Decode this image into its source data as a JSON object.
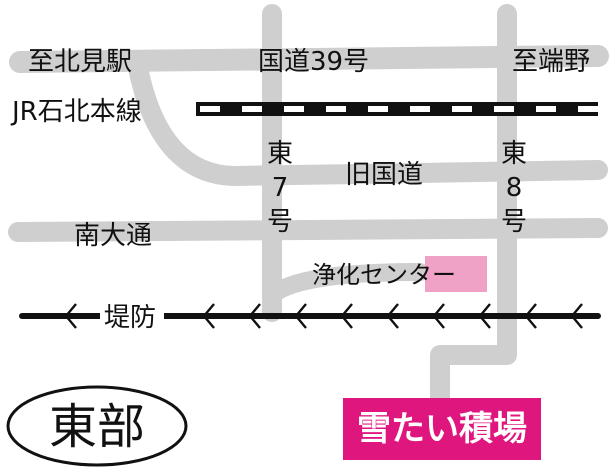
{
  "colors": {
    "road": "#cfcfcf",
    "rail": "#111111",
    "highlight_building": "#f0a2c6",
    "destination_badge": "#e0167f",
    "badge_text": "#ffffff"
  },
  "labels": {
    "kitami_station": "至北見駅",
    "route39": "国道39号",
    "to_tanno": "至端野",
    "jr_line": "JR石北本線",
    "east7": "東7号",
    "old_national_road": "旧国道",
    "east8": "東8号",
    "minami_odori": "南大通",
    "purification_center": "浄化センター",
    "embankment": "堤防",
    "district": "東部",
    "destination": "雪たい積場"
  }
}
